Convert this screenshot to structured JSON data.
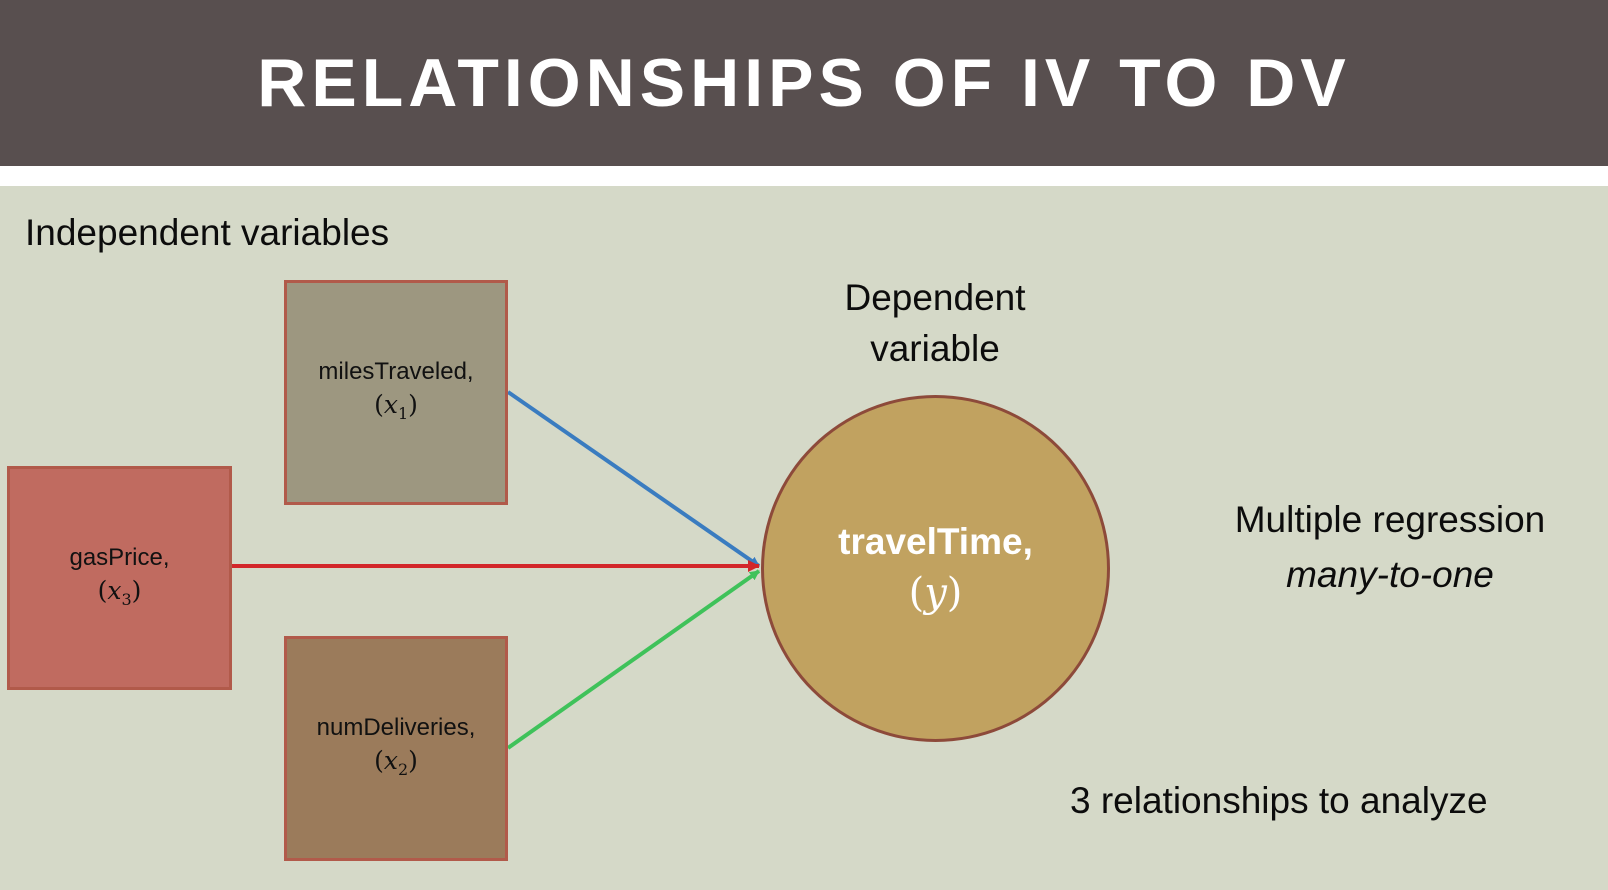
{
  "slide": {
    "title": "RELATIONSHIPS OF IV TO DV"
  },
  "labels": {
    "independent": "Independent variables",
    "dependent_line1": "Dependent",
    "dependent_line2": "variable",
    "regression_line1": "Multiple regression",
    "regression_line2": "many-to-one",
    "relationships": "3 relationships to analyze"
  },
  "independent_variables": [
    {
      "name": "milesTraveled,",
      "symbol": "x",
      "subscript": "1",
      "color": "#9d9780"
    },
    {
      "name": "numDeliveries,",
      "symbol": "x",
      "subscript": "2",
      "color": "#9b7b5b"
    },
    {
      "name": "gasPrice,",
      "symbol": "x",
      "subscript": "3",
      "color": "#c06b60"
    }
  ],
  "dependent_variable": {
    "name": "travelTime,",
    "symbol": "y",
    "color": "#c1a260"
  },
  "arrows": [
    {
      "from": "milesTraveled",
      "to": "travelTime",
      "color": "#3a7cc0"
    },
    {
      "from": "numDeliveries",
      "to": "travelTime",
      "color": "#3fc25a"
    },
    {
      "from": "gasPrice",
      "to": "travelTime",
      "color": "#d3262a"
    }
  ],
  "colors": {
    "title_bar": "#584f4f",
    "background": "#d5d9c8",
    "box_border": "#b15a4a"
  }
}
